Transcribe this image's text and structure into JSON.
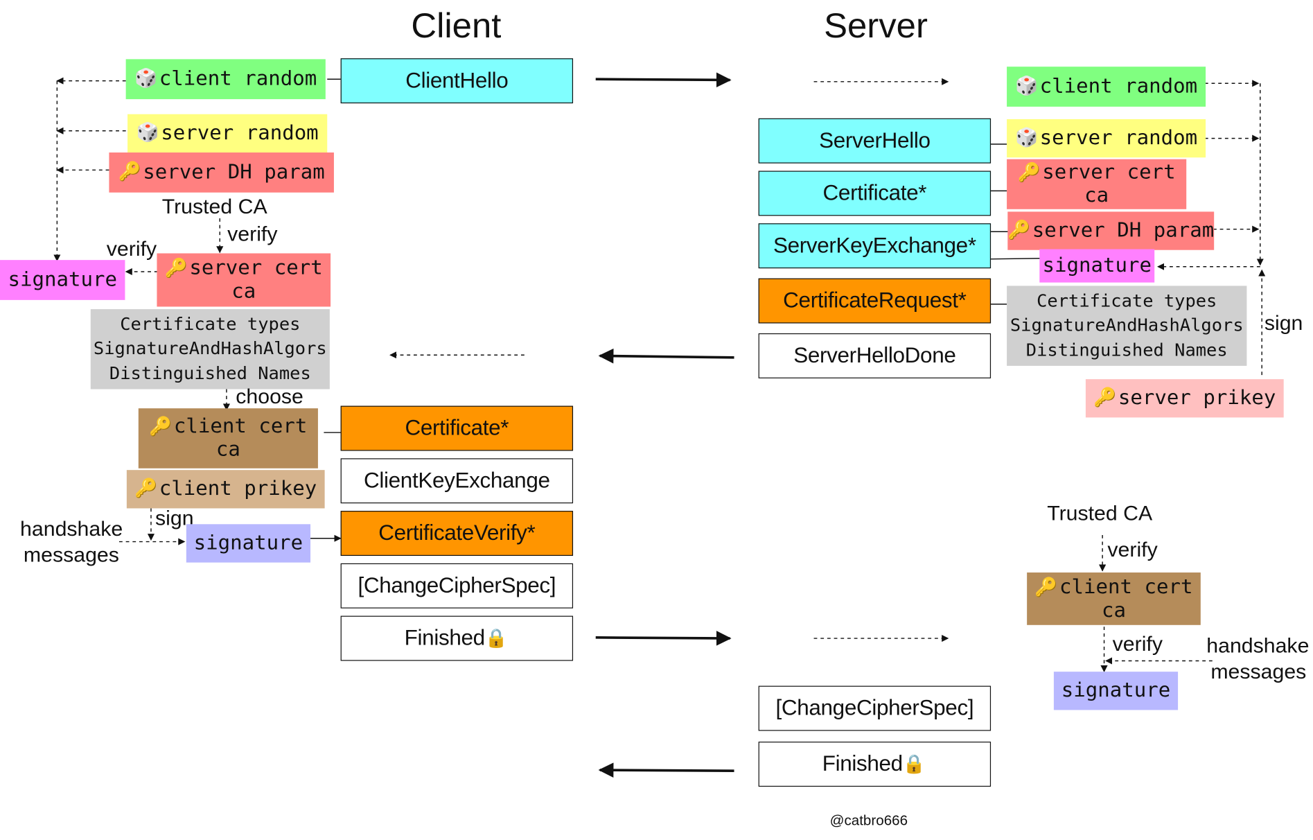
{
  "headers": {
    "client": "Client",
    "server": "Server"
  },
  "icons": {
    "dice": "🎲",
    "key": "🔑",
    "lock": "🔒"
  },
  "colors": {
    "handshake_message": "#80ffff",
    "optional_message": "#ff9500",
    "random_client": "#80ff80",
    "random_server": "#ffff80",
    "server_key_material": "#ff8080",
    "server_signature": "#ff80ff",
    "cert_request_params": "#d0d0d0",
    "client_cert": "#b58c5a",
    "client_prikey": "#d6b48e",
    "client_signature": "#b8b8ff",
    "server_prikey": "#ffc0c0"
  },
  "client_messages": {
    "client_hello": "ClientHello",
    "certificate": "Certificate*",
    "client_key_exchange": "ClientKeyExchange",
    "certificate_verify": "CertificateVerify*",
    "change_cipher_spec": "[ChangeCipherSpec]",
    "finished": "Finished"
  },
  "server_messages": {
    "server_hello": "ServerHello",
    "certificate": "Certificate*",
    "server_key_exchange": "ServerKeyExchange*",
    "certificate_request": "CertificateRequest*",
    "server_hello_done": "ServerHelloDone",
    "change_cipher_spec": "[ChangeCipherSpec]",
    "finished": "Finished"
  },
  "client_side": {
    "client_random": "client random",
    "server_random": "server random",
    "server_dh_param": "server DH param",
    "trusted_ca": "Trusted CA",
    "verify_ca": "verify",
    "verify_sig": "verify",
    "signature": "signature",
    "server_cert_line1": "server cert",
    "server_cert_line2": "ca",
    "cert_types": "Certificate types",
    "sig_hash_algs": "SignatureAndHashAlgors",
    "dist_names": "Distinguished Names",
    "choose": "choose",
    "client_cert_line1": "client cert",
    "client_cert_line2": "ca",
    "client_prikey": "client prikey",
    "sign": "sign",
    "handshake_messages_line1": "handshake",
    "handshake_messages_line2": "messages",
    "client_signature": "signature"
  },
  "server_side": {
    "client_random": "client random",
    "server_random": "server random",
    "server_cert_line1": "server cert",
    "server_cert_line2": "ca",
    "server_dh_param": "server DH param",
    "signature": "signature",
    "cert_types": "Certificate types",
    "sig_hash_algs": "SignatureAndHashAlgors",
    "dist_names": "Distinguished Names",
    "sign": "sign",
    "server_prikey": "server prikey",
    "trusted_ca": "Trusted CA",
    "verify_ca": "verify",
    "client_cert_line1": "client cert",
    "client_cert_line2": "ca",
    "verify_sig": "verify",
    "handshake_messages_line1": "handshake",
    "handshake_messages_line2": "messages",
    "client_signature": "signature"
  },
  "credit": "@catbro666"
}
